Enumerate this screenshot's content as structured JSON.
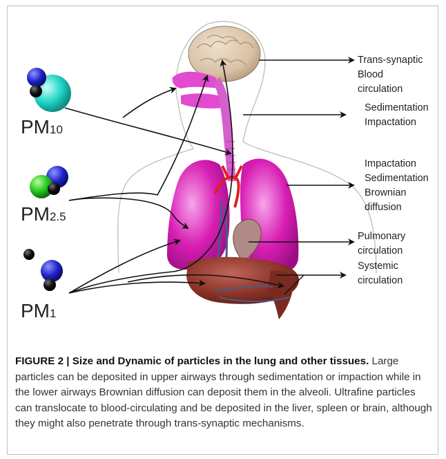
{
  "particles": [
    {
      "label": "PM",
      "subscript": "10"
    },
    {
      "label": "PM",
      "subscript": "2.5"
    },
    {
      "label": "PM",
      "subscript": "1"
    }
  ],
  "annotations": [
    {
      "lines": [
        "Trans-synaptic",
        "Blood",
        "circulation"
      ]
    },
    {
      "lines": [
        "Sedimentation",
        "Impactation"
      ]
    },
    {
      "lines": [
        "Impactation",
        "Sedimentation",
        "Brownian",
        "diffusion"
      ]
    },
    {
      "lines": [
        "Pulmonary",
        "circulation"
      ]
    },
    {
      "lines": [
        "Systemic",
        "circulation"
      ]
    }
  ],
  "caption": {
    "title": "FIGURE 2 | Size and Dynamic of particles in the lung and other tissues.",
    "body": "Large particles can be deposited in upper airways through sedimentation or impaction while in the lower airways Brownian diffusion can deposit them in the alveoli. Ultrafine particles can translocate to blood-circulating and be deposited in the liver, spleen or brain, although they might also penetrate through trans-synaptic mechanisms."
  },
  "colors": {
    "lung": "#d81fb4",
    "lung_light": "#f08ce0",
    "brain": "#d9c2a6",
    "liver": "#8a3327",
    "vessel_red": "#e02020",
    "vessel_blue": "#4a5a8a",
    "particle_black": "#111111",
    "particle_blue": "#1f22c8",
    "particle_cyan": "#22d6c6",
    "particle_green": "#22c41e"
  }
}
